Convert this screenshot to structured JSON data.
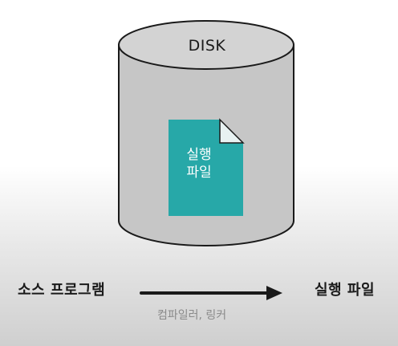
{
  "disk": {
    "label": "DISK",
    "body_color": "#c6c6c6",
    "top_color": "#d3d3d3"
  },
  "file": {
    "label": "실행\n파일",
    "color": "#27a8a8",
    "fold_color": "#e8f2f2"
  },
  "flow": {
    "source": "소스 프로그램",
    "target": "실행 파일",
    "via": "컴파일러, 링커"
  }
}
